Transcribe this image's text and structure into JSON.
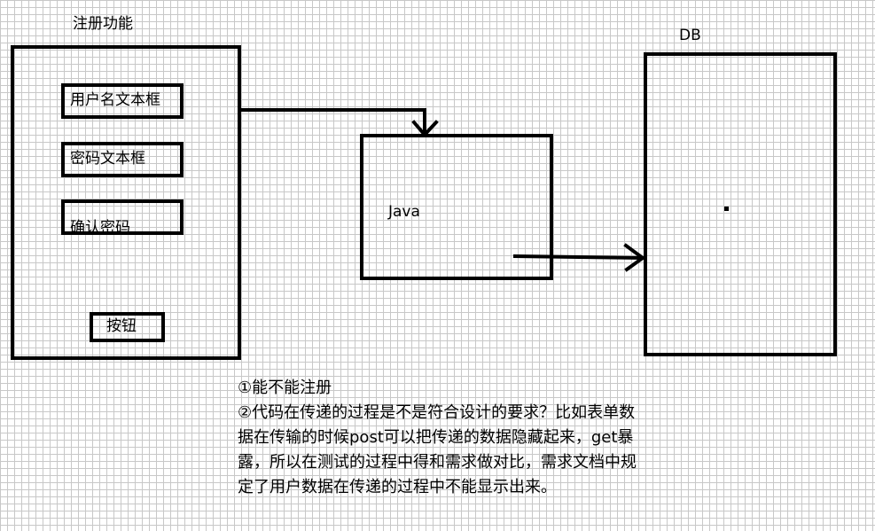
{
  "diagram": {
    "form_title": "注册功能",
    "db_label": "DB",
    "java_label": "Java",
    "form_fields": [
      "用户名文本框",
      "密码文本框",
      "确认密码"
    ],
    "button_label": "按钮"
  },
  "notes": [
    "①能不能注册",
    "②代码在传递的过程是不是符合设计的要求？比如表单数",
    "据在传输的时候post可以把传递的数据隐藏起来，get暴",
    "露，所以在测试的过程中得和需求做对比，需求文档中规",
    "定了用户数据在传递的过程中不能显示出来。"
  ]
}
